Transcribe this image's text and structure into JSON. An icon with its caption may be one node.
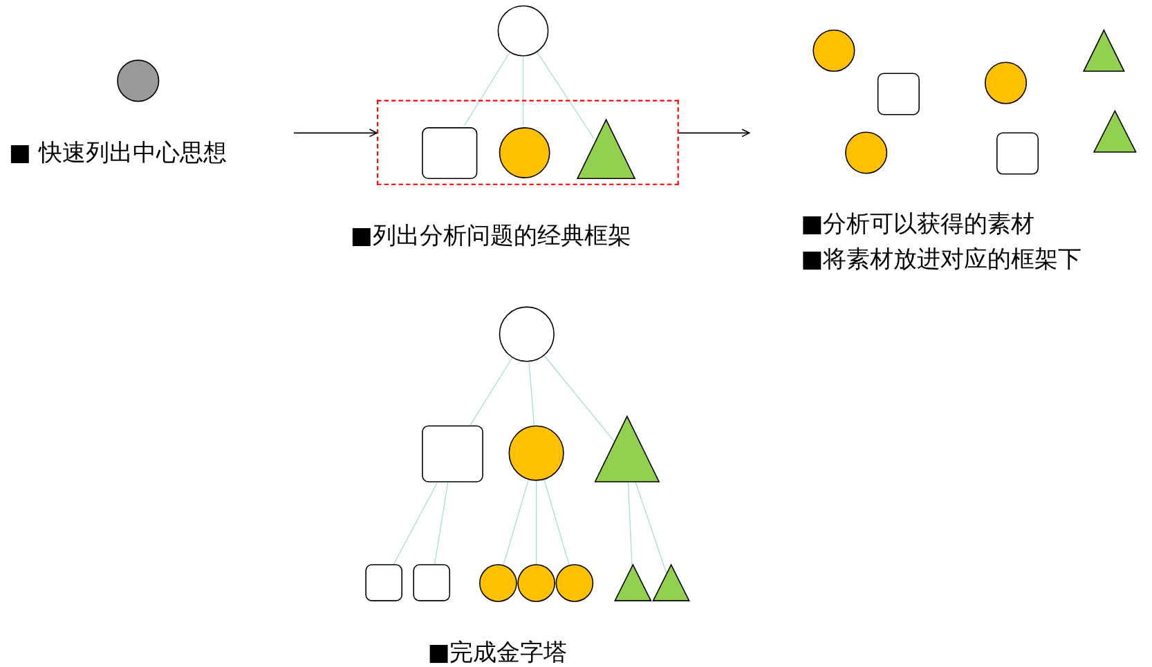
{
  "diagram": {
    "nodes": [
      {
        "text": [],
        "shape": "circle"
      },
      {
        "text": [],
        "shape": "circle"
      },
      {
        "text": [],
        "shape": "box"
      },
      {
        "text": [],
        "shape": "box",
        "in": 2
      },
      {
        "text": [],
        "shape": "circle",
        "in": 2
      },
      {
        "text": [],
        "shape": "triangle",
        "in": 2
      },
      {
        "text": [],
        "shape": "circle"
      },
      {
        "text": [],
        "shape": "triangle"
      },
      {
        "text": [],
        "shape": "circle"
      },
      {
        "text": [],
        "shape": "box"
      },
      {
        "text": [],
        "shape": "triangle"
      },
      {
        "text": [],
        "shape": "circle"
      },
      {
        "text": [],
        "shape": "box"
      },
      {
        "text": [],
        "shape": "circle"
      },
      {
        "text": [],
        "shape": "box"
      },
      {
        "text": [],
        "shape": "circle"
      },
      {
        "text": [],
        "shape": "triangle"
      },
      {
        "text": [],
        "shape": "box"
      },
      {
        "text": [],
        "shape": "box"
      },
      {
        "text": [],
        "shape": "circle"
      },
      {
        "text": [],
        "shape": "circle"
      },
      {
        "text": [],
        "shape": "circle"
      },
      {
        "text": [],
        "shape": "triangle"
      },
      {
        "text": [],
        "shape": "triangle"
      }
    ],
    "edges": [
      {
        "from": null,
        "to": 2,
        "arrow": "to",
        "color": "#000000"
      },
      {
        "from": 2,
        "to": null,
        "arrow": "to",
        "color": "#000000"
      },
      {
        "from": 1,
        "to": 3,
        "arrow": "none"
      },
      {
        "from": 1,
        "to": 4,
        "arrow": "none"
      },
      {
        "from": 1,
        "to": 5,
        "arrow": "none"
      },
      {
        "from": 13,
        "to": 14,
        "arrow": "none"
      },
      {
        "from": 13,
        "to": 15,
        "arrow": "none"
      },
      {
        "from": 13,
        "to": 16,
        "arrow": "none"
      },
      {
        "from": 14,
        "to": 17,
        "arrow": "none"
      },
      {
        "from": 14,
        "to": 18,
        "arrow": "none"
      },
      {
        "from": 15,
        "to": 19,
        "arrow": "none"
      },
      {
        "from": 15,
        "to": 20,
        "arrow": "none"
      },
      {
        "from": 15,
        "to": 21,
        "arrow": "none"
      },
      {
        "from": 16,
        "to": 22,
        "arrow": "none"
      },
      {
        "from": 16,
        "to": 23,
        "arrow": "none"
      }
    ],
    "labels": [
      "■ 快速列出中心思想",
      "■列出分析问题的经典框架",
      "■分析可以获得的素材",
      "■将素材放进对应的框架下",
      "■完成金字塔"
    ]
  }
}
